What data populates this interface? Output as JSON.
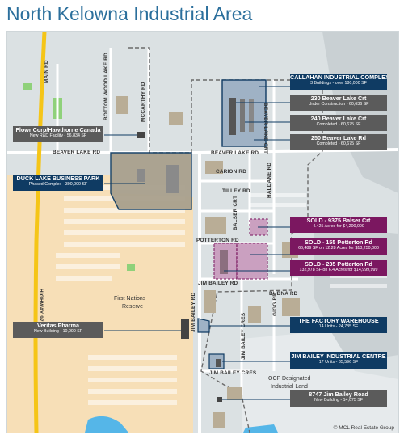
{
  "title": "North Kelowna Industrial Area",
  "colors": {
    "title": "#2b6f9c",
    "navy": "#0f3b63",
    "grey": "#5b5b5b",
    "purple": "#7b1760",
    "reserve": "#f7dfb7",
    "highway": "#f5c518"
  },
  "roads": {
    "mwhr_label": "MAIN RD",
    "bottom_wood_lake": "BOTTOM WOOD LAKE RD",
    "mccarthy": "MCCARTHY RD",
    "beaver_lake_w": "BEAVER LAKE RD",
    "beaver_lake_e": "BEAVER LAKE RD",
    "carion": "CARION RD",
    "tilley": "TILLEY RD",
    "haldane": "HALDANE RD",
    "beaver_lake_crt": "BEAVER LAKE CRT",
    "balser": "BALSER CRT",
    "potterton": "POTTERTON RD",
    "jim_bailey_rd_h": "JIM BAILEY RD",
    "jim_bailey_rd_v": "JIM BAILEY RD",
    "bubna": "BUBNA RD",
    "gigg": "GIGG RD",
    "jim_bailey_cres_v": "JIM BAILEY CRES",
    "jim_bailey_cres_h": "JIM BAILEY CRES",
    "highway": "HIGHWAY 97"
  },
  "areas": {
    "first_nations_1": "First Nations",
    "first_nations_2": "Reserve",
    "ocp_1": "OCP Designated",
    "ocp_2": "Industrial Land"
  },
  "callouts": {
    "callahan": {
      "title": "CALLAHAN INDUSTRIAL COMPLEX",
      "sub": "3 Buildings - over 180,000 SF"
    },
    "crt230": {
      "title": "230 Beaver Lake Crt",
      "sub": "Under Construction - 60,636 SF"
    },
    "crt240": {
      "title": "240 Beaver Lake Crt",
      "sub": "Completed - 60,675 SF"
    },
    "rd250": {
      "title": "250 Beaver Lake Rd",
      "sub": "Completed - 60,675 SF"
    },
    "flowr": {
      "title": "Flowr Corp/Hawthorne Canada",
      "sub": "New R&D Facility - 56,834 SF"
    },
    "duck": {
      "title": "DUCK LAKE BUSINESS PARK",
      "sub": "Phased Complex - 300,000 SF"
    },
    "sold9375": {
      "title": "SOLD - 9375 Balser Crt",
      "sub": "4.425 Acres for $4,200,000"
    },
    "sold155": {
      "title": "SOLD - 155 Potterton Rd",
      "sub": "66,489 SF on 12.28 Acres for $13,250,000"
    },
    "sold235": {
      "title": "SOLD - 235 Potterton Rd",
      "sub": "132,978 SF on 6.4 Acres for $14,999,999"
    },
    "veritas": {
      "title": "Veritas Pharma",
      "sub": "New Building - 10,000 SF"
    },
    "factory": {
      "title": "THE FACTORY WAREHOUSE",
      "sub": "14 Units - 24,785 SF"
    },
    "jimbailey": {
      "title": "JIM BAILEY INDUSTRIAL CENTRE",
      "sub": "17 Units - 35,596 SF"
    },
    "jb8747": {
      "title": "8747 Jim Bailey Road",
      "sub": "New Building - 14,075 SF"
    }
  },
  "credit": "© MCL Real Estate Group"
}
